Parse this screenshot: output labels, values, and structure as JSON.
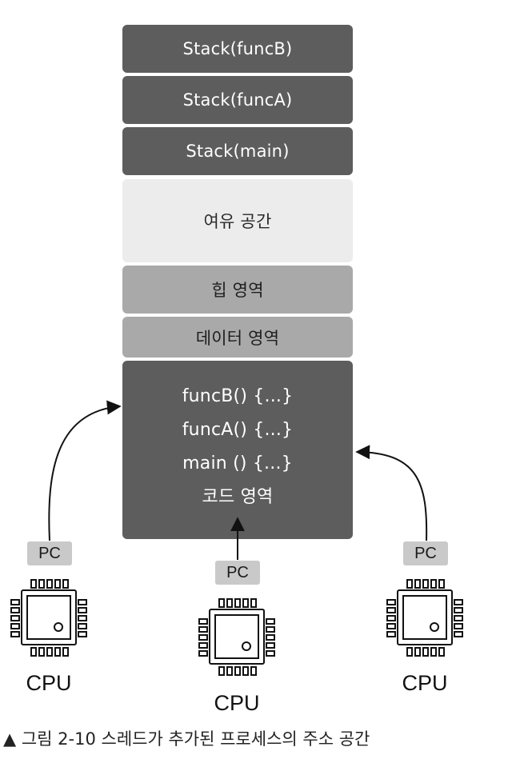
{
  "memory": {
    "stack_funcB": "Stack(funcB)",
    "stack_funcA": "Stack(funcA)",
    "stack_main": "Stack(main)",
    "free_space": "여유 공간",
    "heap": "힙 영역",
    "data": "데이터 영역",
    "code_lines": [
      "funcB() {...}",
      "funcA() {...}",
      "main () {...}"
    ],
    "code_title": "코드 영역"
  },
  "threads": [
    {
      "pc": "PC",
      "cpu": "CPU"
    },
    {
      "pc": "PC",
      "cpu": "CPU"
    },
    {
      "pc": "PC",
      "cpu": "CPU"
    }
  ],
  "caption": {
    "marker": "▲",
    "figure": "그림 2-10",
    "text": "스레드가 추가된 프로세스의 주소 공간"
  },
  "colors": {
    "dark_block": "#5d5d5d",
    "free_space": "#ececec",
    "heap_data": "#a9a9a9",
    "pc_badge": "#c9c9c9"
  }
}
